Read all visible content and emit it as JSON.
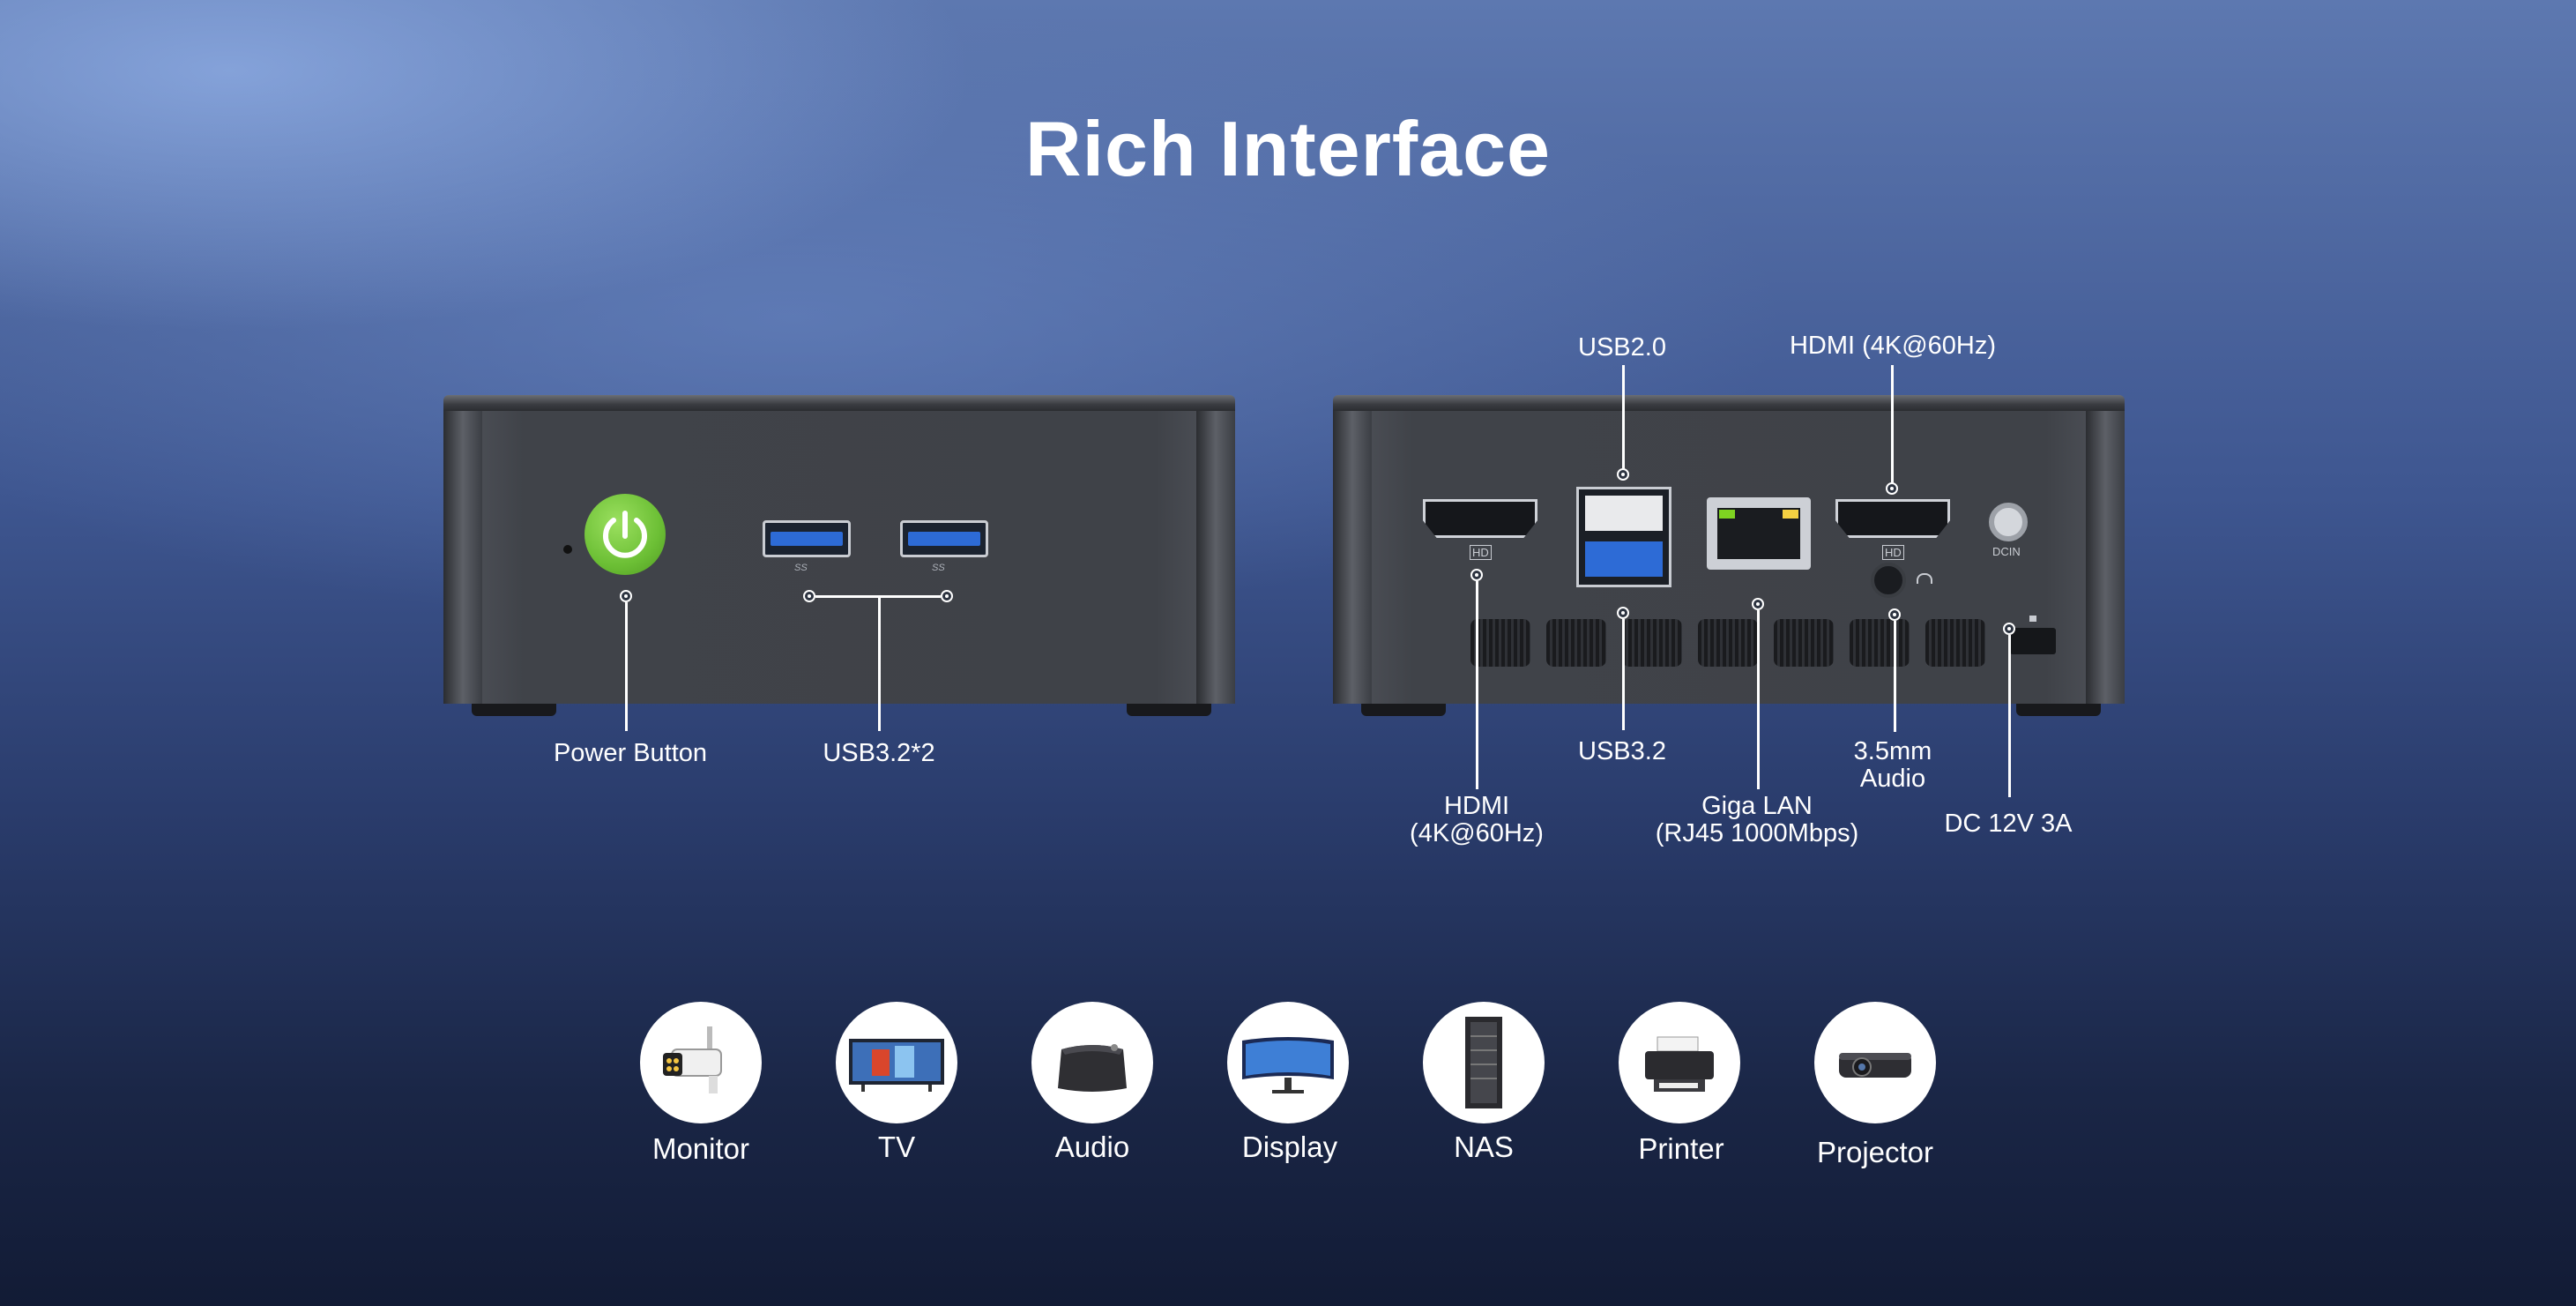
{
  "title": "Rich Interface",
  "front_callouts": {
    "power": "Power Button",
    "usb": "USB3.2*2"
  },
  "back_callouts": {
    "usb2": "USB2.0",
    "hdmi_top": "HDMI (4K@60Hz)",
    "hdmi_left_1": "HDMI",
    "hdmi_left_2": "(4K@60Hz)",
    "usb32": "USB3.2",
    "lan_1": "Giga LAN",
    "lan_2": "(RJ45 1000Mbps)",
    "audio_1": "3.5mm",
    "audio_2": "Audio",
    "dc": "DC 12V 3A"
  },
  "port_marks": {
    "hd": "HD",
    "dcin": "DCIN",
    "ss": "SS"
  },
  "devices": [
    {
      "label": "Monitor",
      "icon": "security-camera-icon"
    },
    {
      "label": "TV",
      "icon": "tv-icon"
    },
    {
      "label": "Audio",
      "icon": "speaker-icon"
    },
    {
      "label": "Display",
      "icon": "curved-monitor-icon"
    },
    {
      "label": "NAS",
      "icon": "server-rack-icon"
    },
    {
      "label": "Printer",
      "icon": "printer-icon"
    },
    {
      "label": "Projector",
      "icon": "projector-icon"
    }
  ],
  "colors": {
    "power_button": "#7ac943",
    "usb3_port": "#2d6bd6",
    "lan_led_green": "#7ed321",
    "lan_led_yellow": "#f5d142"
  }
}
